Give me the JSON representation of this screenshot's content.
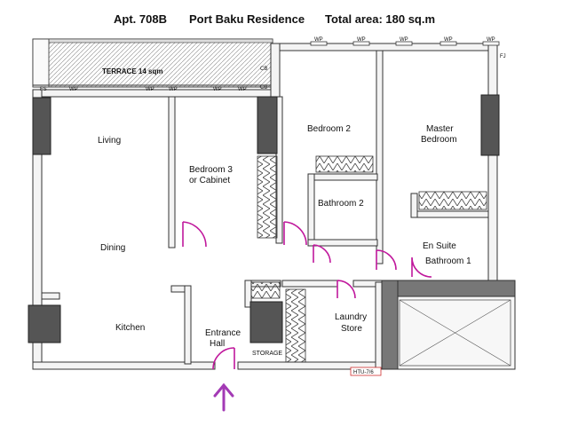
{
  "header": {
    "apartment": "Apt. 708B",
    "building": "Port Baku Residence",
    "area": "Total area: 180 sq.m"
  },
  "rooms": {
    "terrace": "TERRACE 14 sqm",
    "living": "Living",
    "dining": "Dining",
    "kitchen": "Kitchen",
    "bedroom3_line1": "Bedroom 3",
    "bedroom3_line2": "or Cabinet",
    "bedroom2": "Bedroom 2",
    "bathroom2": "Bathroom 2",
    "master_line1": "Master",
    "master_line2": "Bedroom",
    "ensuite": "En Suite",
    "bathroom1": "Bathroom 1",
    "laundry_line1": "Laundry",
    "laundry_line2": "Store",
    "entrance_line1": "Entrance",
    "entrance_line2": "Hall",
    "storage": "STORAGE"
  },
  "tags": {
    "wp": "WP",
    "fs": "FS",
    "fj": "FJ",
    "cb": "CB",
    "riser": "HTU-7/6"
  },
  "colors": {
    "wall": "#333333",
    "wall_fill": "#f4f4f4",
    "column": "#555555",
    "door": "#c0189c",
    "arrow": "#a33ab5"
  }
}
